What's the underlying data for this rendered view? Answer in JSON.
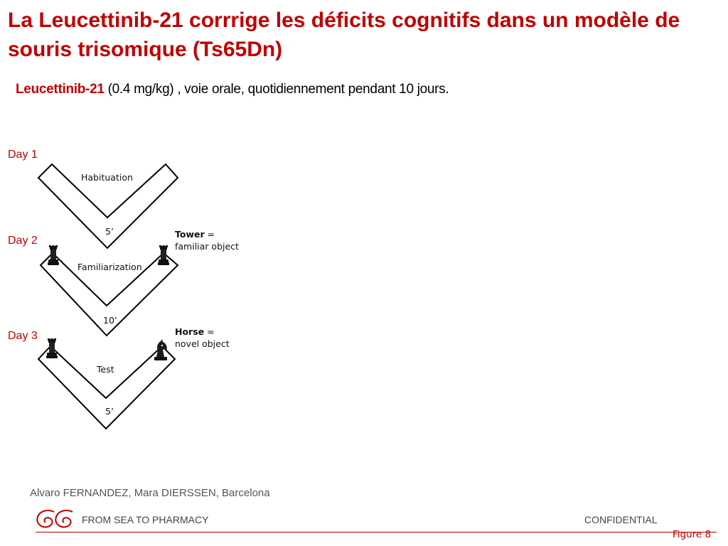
{
  "title": "La Leucettinib-21 corrrige les déficits cognitifs dans un modèle de souris trisomique (Ts65Dn)",
  "subtitle": {
    "drug": "Leucettinib-21",
    "rest": " (0.4 mg/kg) , voie orale, quotidiennement pendant 10 jours."
  },
  "days": [
    {
      "label": "Day 1",
      "phase": "Habituation",
      "duration": "5’"
    },
    {
      "label": "Day 2",
      "phase": "Familiarization",
      "duration": "10’"
    },
    {
      "label": "Day 3",
      "phase": "Test",
      "duration": "5’"
    }
  ],
  "objects": {
    "familiar": {
      "name": "Tower",
      "suffix": " =",
      "desc": "familiar object"
    },
    "novel": {
      "name": "Horse",
      "suffix": " =",
      "desc": "novel object"
    }
  },
  "authors": "Alvaro FERNANDEZ, Mara DIERSSEN, Barcelona",
  "footer": {
    "tagline": "FROM SEA TO PHARMACY",
    "confidential": "CONFIDENTIAL",
    "figure": "Figure 8"
  },
  "colors": {
    "accent": "#c00000"
  }
}
